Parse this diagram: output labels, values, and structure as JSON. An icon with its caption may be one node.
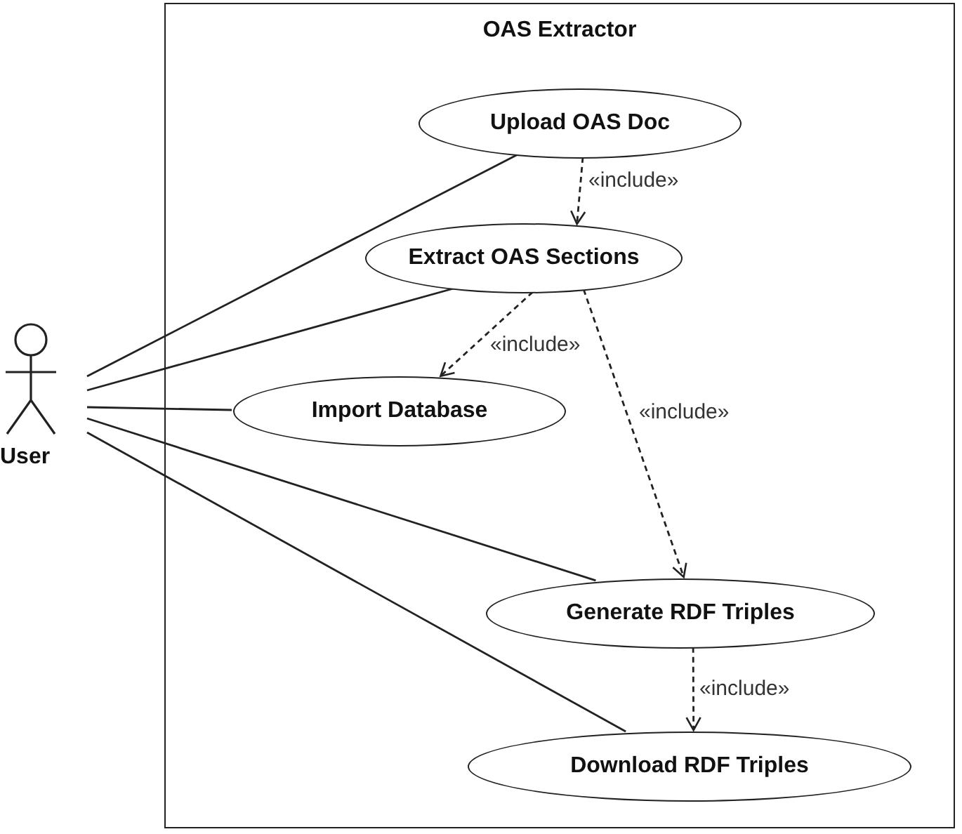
{
  "diagram": {
    "nodes": [
      {
        "text": [
          "OAS Extractor"
        ]
      },
      {
        "text": [
          "User"
        ]
      },
      {
        "text": [
          "Upload OAS Doc"
        ],
        "in": 0
      },
      {
        "text": [
          "Extract OAS Sections"
        ],
        "in": 0
      },
      {
        "text": [
          "Import Database"
        ],
        "in": 0
      },
      {
        "text": [
          "Generate RDF Triples"
        ],
        "in": 0
      },
      {
        "text": [
          "Download RDF Triples"
        ],
        "in": 0
      }
    ],
    "edges": [
      {
        "from": 1,
        "to": 2,
        "arrow": "none"
      },
      {
        "from": 1,
        "to": 3,
        "arrow": "none"
      },
      {
        "from": 1,
        "to": 4,
        "arrow": "none"
      },
      {
        "from": 1,
        "to": 5,
        "arrow": "none"
      },
      {
        "from": 1,
        "to": 6,
        "arrow": "none"
      },
      {
        "from": 2,
        "to": 3,
        "arrow": "to",
        "style": "dashed",
        "label": "«include»"
      },
      {
        "from": 3,
        "to": 4,
        "arrow": "to",
        "style": "dashed",
        "label": "«include»"
      },
      {
        "from": 3,
        "to": 5,
        "arrow": "to",
        "style": "dashed",
        "label": "«include»"
      },
      {
        "from": 5,
        "to": 6,
        "arrow": "to",
        "style": "dashed",
        "label": "«include»"
      }
    ]
  }
}
